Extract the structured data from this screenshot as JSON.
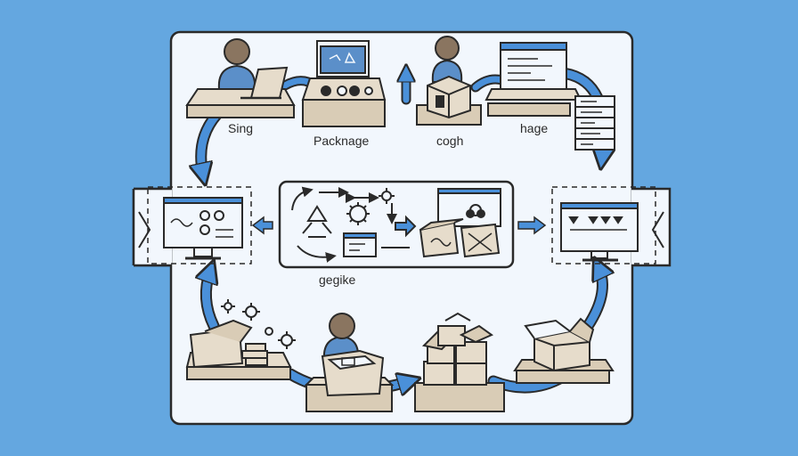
{
  "labels": {
    "sing": "Sing",
    "packnage": "Packnage",
    "cogh": "cogh",
    "hage": "hage",
    "gegike": "gegike"
  },
  "colors": {
    "background": "#64a7e0",
    "panel": "#f2f7fd",
    "outline": "#2a2a2a",
    "accent_blue": "#4a90d9",
    "box_tan": "#e6dccb",
    "desk_tan": "#d9ccb6",
    "person": "#5b8fc9",
    "skin": "#8a7560"
  },
  "icons": [
    "person-at-laptop-icon",
    "cutting-machine-icon",
    "person-with-box-icon",
    "laptop-icon",
    "server-rack-icon",
    "left-monitor-icon",
    "right-monitor-icon",
    "recycle-icon",
    "gear-icon",
    "package-boxes-icon",
    "stacked-boxes-icon",
    "open-box-icon",
    "cycle-arrow-icon"
  ]
}
